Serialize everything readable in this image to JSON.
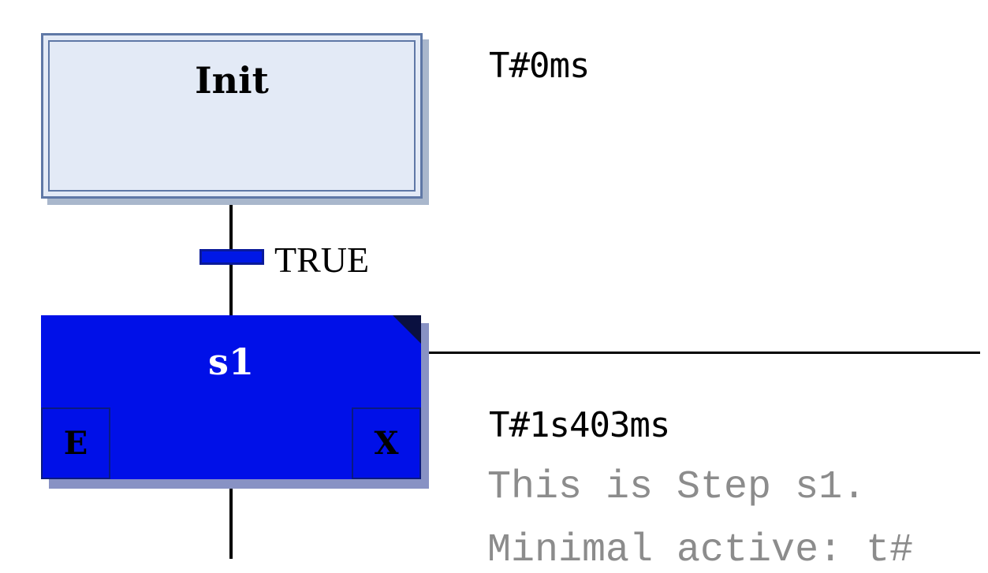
{
  "init_step": {
    "name": "Init",
    "elapsed_time": "T#0ms"
  },
  "transition": {
    "condition": "TRUE"
  },
  "s1_step": {
    "name": "s1",
    "entry_action": "E",
    "exit_action": "X",
    "elapsed_time": "T#1s403ms",
    "comment_line1": "This is Step s1.",
    "comment_line2": "Minimal active: t#"
  },
  "colors": {
    "init_fill": "#e3eaf6",
    "init_border": "#5f78a6",
    "active_step_fill": "#0010e8",
    "transition_fill": "#0018e6",
    "comment_text": "#8c8c8c"
  }
}
